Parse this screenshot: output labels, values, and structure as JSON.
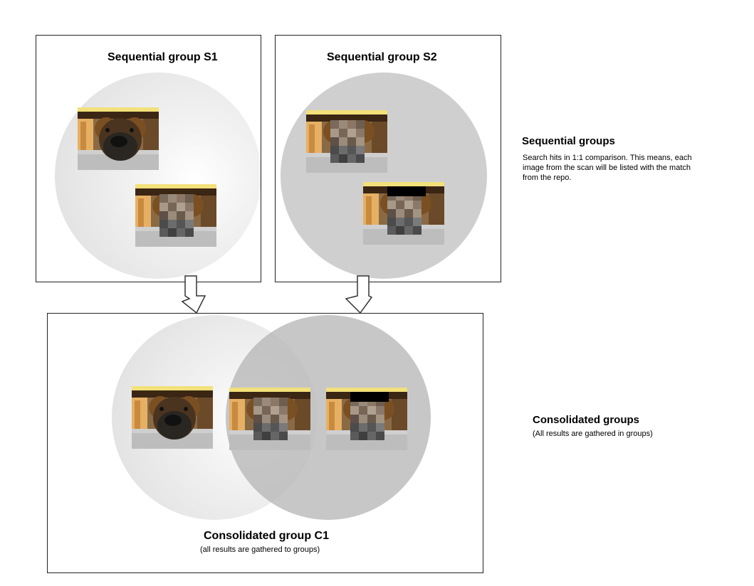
{
  "groups": {
    "s1": {
      "title": "Sequential group S1"
    },
    "s2": {
      "title": "Sequential group S2"
    },
    "c1": {
      "title": "Consolidated group C1",
      "subtitle": "(all results are gathered to groups)"
    }
  },
  "legend": {
    "sequential": {
      "title": "Sequential groups",
      "text": "Search hits in 1:1 comparison. This means, each image from the scan will be listed with the match from the repo."
    },
    "consolidated": {
      "title": "Consolidated groups",
      "text": "(All results are gathered in groups)"
    }
  },
  "icons": [
    "arrow-down-icon"
  ],
  "colors": {
    "circle_light": "#e4e4e4",
    "circle_gray": "#cfcfcf",
    "border": "#222222"
  }
}
